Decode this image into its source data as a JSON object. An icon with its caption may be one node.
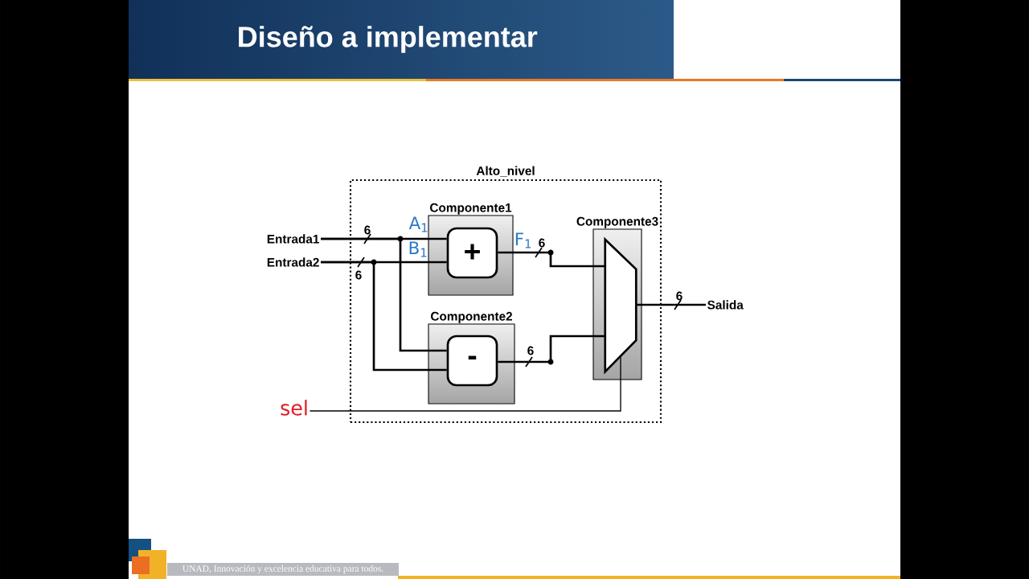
{
  "diagram": {
    "title": "Diseño a implementar",
    "nodes": [
      {
        "text": [
          "Alto_nivel"
        ]
      },
      {
        "text": [
          "Componente1"
        ],
        "in": 0
      },
      {
        "text": [
          "+"
        ],
        "in": 1
      },
      {
        "text": [
          "Componente2"
        ],
        "in": 0
      },
      {
        "text": [
          "-"
        ],
        "in": 3
      },
      {
        "text": [
          "Componente3"
        ],
        "in": 0
      },
      {
        "text": [],
        "shape": "trapezoid",
        "in": 5
      },
      {
        "text": [
          "Entrada1"
        ]
      },
      {
        "text": [
          "Entrada2"
        ]
      },
      {
        "text": [
          "Salida"
        ]
      },
      {
        "text": [
          "sel"
        ]
      }
    ],
    "edges": [
      {
        "from": 7,
        "to": 2,
        "arrow": "none",
        "label": "6"
      },
      {
        "from": 7,
        "to": 4,
        "arrow": "none"
      },
      {
        "from": 8,
        "to": 2,
        "arrow": "none",
        "label": "6"
      },
      {
        "from": 8,
        "to": 4,
        "arrow": "none"
      },
      {
        "from": 2,
        "to": 6,
        "arrow": "none",
        "label": "6"
      },
      {
        "from": 4,
        "to": 6,
        "arrow": "none",
        "label": "6"
      },
      {
        "from": 6,
        "to": 9,
        "arrow": "none",
        "label": "6"
      },
      {
        "from": 10,
        "to": 6,
        "arrow": "none"
      }
    ],
    "labels": [
      "A$_{1}$",
      "B$_{1}$",
      "F$_{1}$",
      "UNAD, Innovación y excelencia educativa para todos."
    ]
  }
}
